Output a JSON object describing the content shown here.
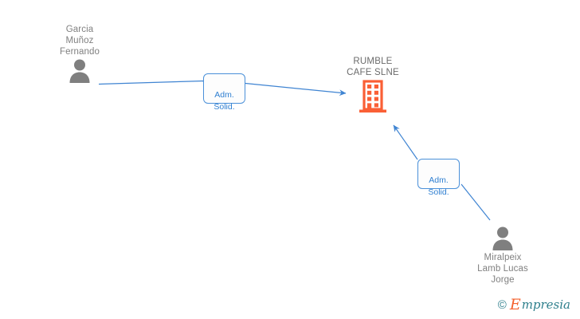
{
  "diagram": {
    "background_color": "#ffffff",
    "edge_color": "#3f84d2",
    "person_color": "#7f7f7f",
    "company_color": "#fa5f35",
    "label_text_color": "#808080",
    "box_border_color": "#4a90d9",
    "box_text_color": "#2f7fd1",
    "company": {
      "name": "RUMBLE\nCAFE SLNE",
      "icon": "company-building-icon"
    },
    "persons": [
      {
        "id": "garcia-munoz-fernando",
        "name": "Garcia\nMuñoz\nFernando",
        "icon": "person-icon"
      },
      {
        "id": "miralpeix-lamb-lucas-jorge",
        "name": "Miralpeix\nLamb Lucas\nJorge",
        "icon": "person-icon"
      }
    ],
    "relations": [
      {
        "id": "relation-top",
        "label": "Adm.\nSolid.",
        "from": "garcia-munoz-fernando",
        "to": "rumble-cafe-slne"
      },
      {
        "id": "relation-bottom",
        "label": "Adm.\nSolid.",
        "from": "miralpeix-lamb-lucas-jorge",
        "to": "rumble-cafe-slne"
      }
    ]
  },
  "watermark": {
    "copyright": "©",
    "initial": "E",
    "text": "mpresia"
  }
}
